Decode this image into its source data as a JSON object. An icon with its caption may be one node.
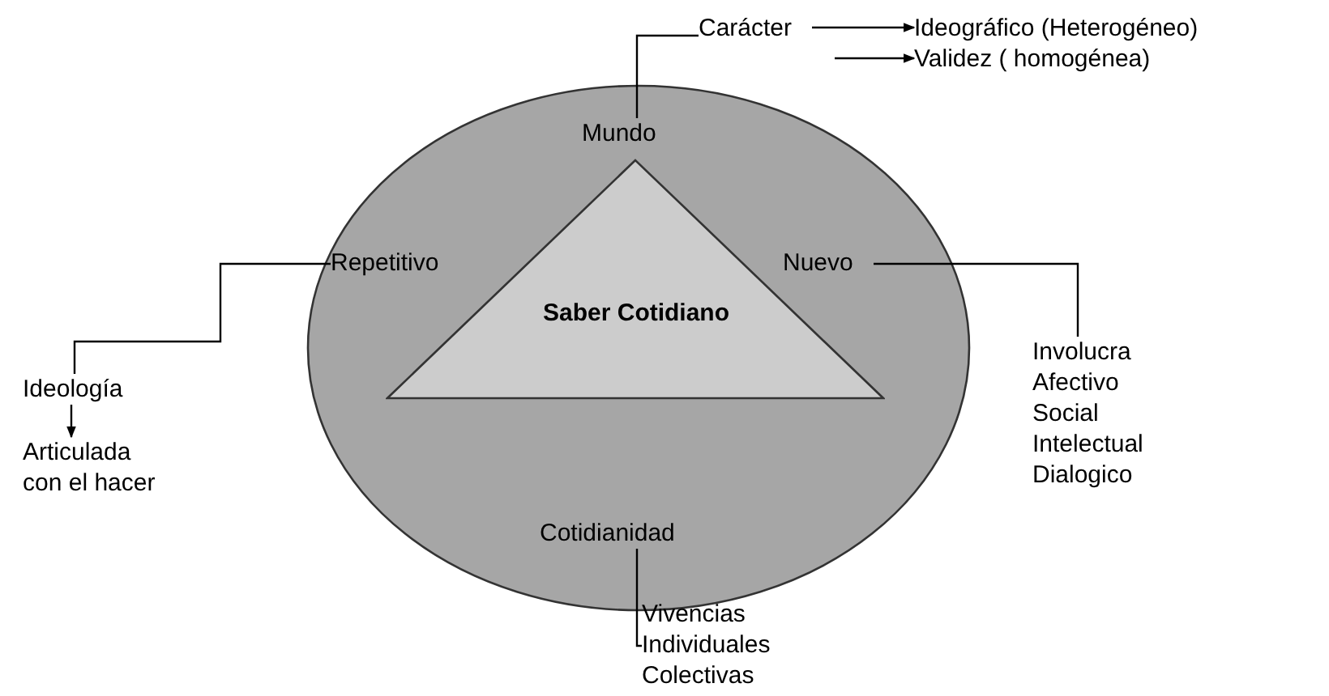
{
  "diagram": {
    "nodes": [
      {
        "text": [],
        "shape": "ellipse"
      },
      {
        "text": [
          "Saber Cotidiano"
        ],
        "in": 0
      },
      {
        "text": [
          "Mundo"
        ],
        "in": 0
      },
      {
        "text": [
          "Repetitivo"
        ],
        "in": 0
      },
      {
        "text": [
          "Nuevo"
        ],
        "in": 0
      },
      {
        "text": [
          "Cotidianidad"
        ],
        "in": 0
      },
      {
        "text": [
          "Carácter"
        ]
      },
      {
        "text": [
          "Ideográfico (Heterogéneo)"
        ]
      },
      {
        "text": [
          "Validez ( homogénea)"
        ]
      },
      {
        "text": [
          "Ideología"
        ]
      },
      {
        "text": [
          "Articulada con el hacer"
        ]
      },
      {
        "text": [
          "Involucra",
          "Afectivo",
          "Social",
          "Intelectual",
          "Dialogico"
        ]
      },
      {
        "text": [
          "Vivencias",
          "Individuales",
          "Colectivas"
        ]
      }
    ],
    "edges": [
      {
        "from": 2,
        "to": 6,
        "arrow": "none"
      },
      {
        "from": 6,
        "to": 7,
        "arrow": "to"
      },
      {
        "from": null,
        "to": 8,
        "arrow": "to"
      },
      {
        "from": 3,
        "to": 9,
        "arrow": "none"
      },
      {
        "from": 9,
        "to": 10,
        "arrow": "to"
      },
      {
        "from": 4,
        "to": 11,
        "arrow": "none"
      },
      {
        "from": 5,
        "to": 12,
        "arrow": "none"
      }
    ]
  }
}
